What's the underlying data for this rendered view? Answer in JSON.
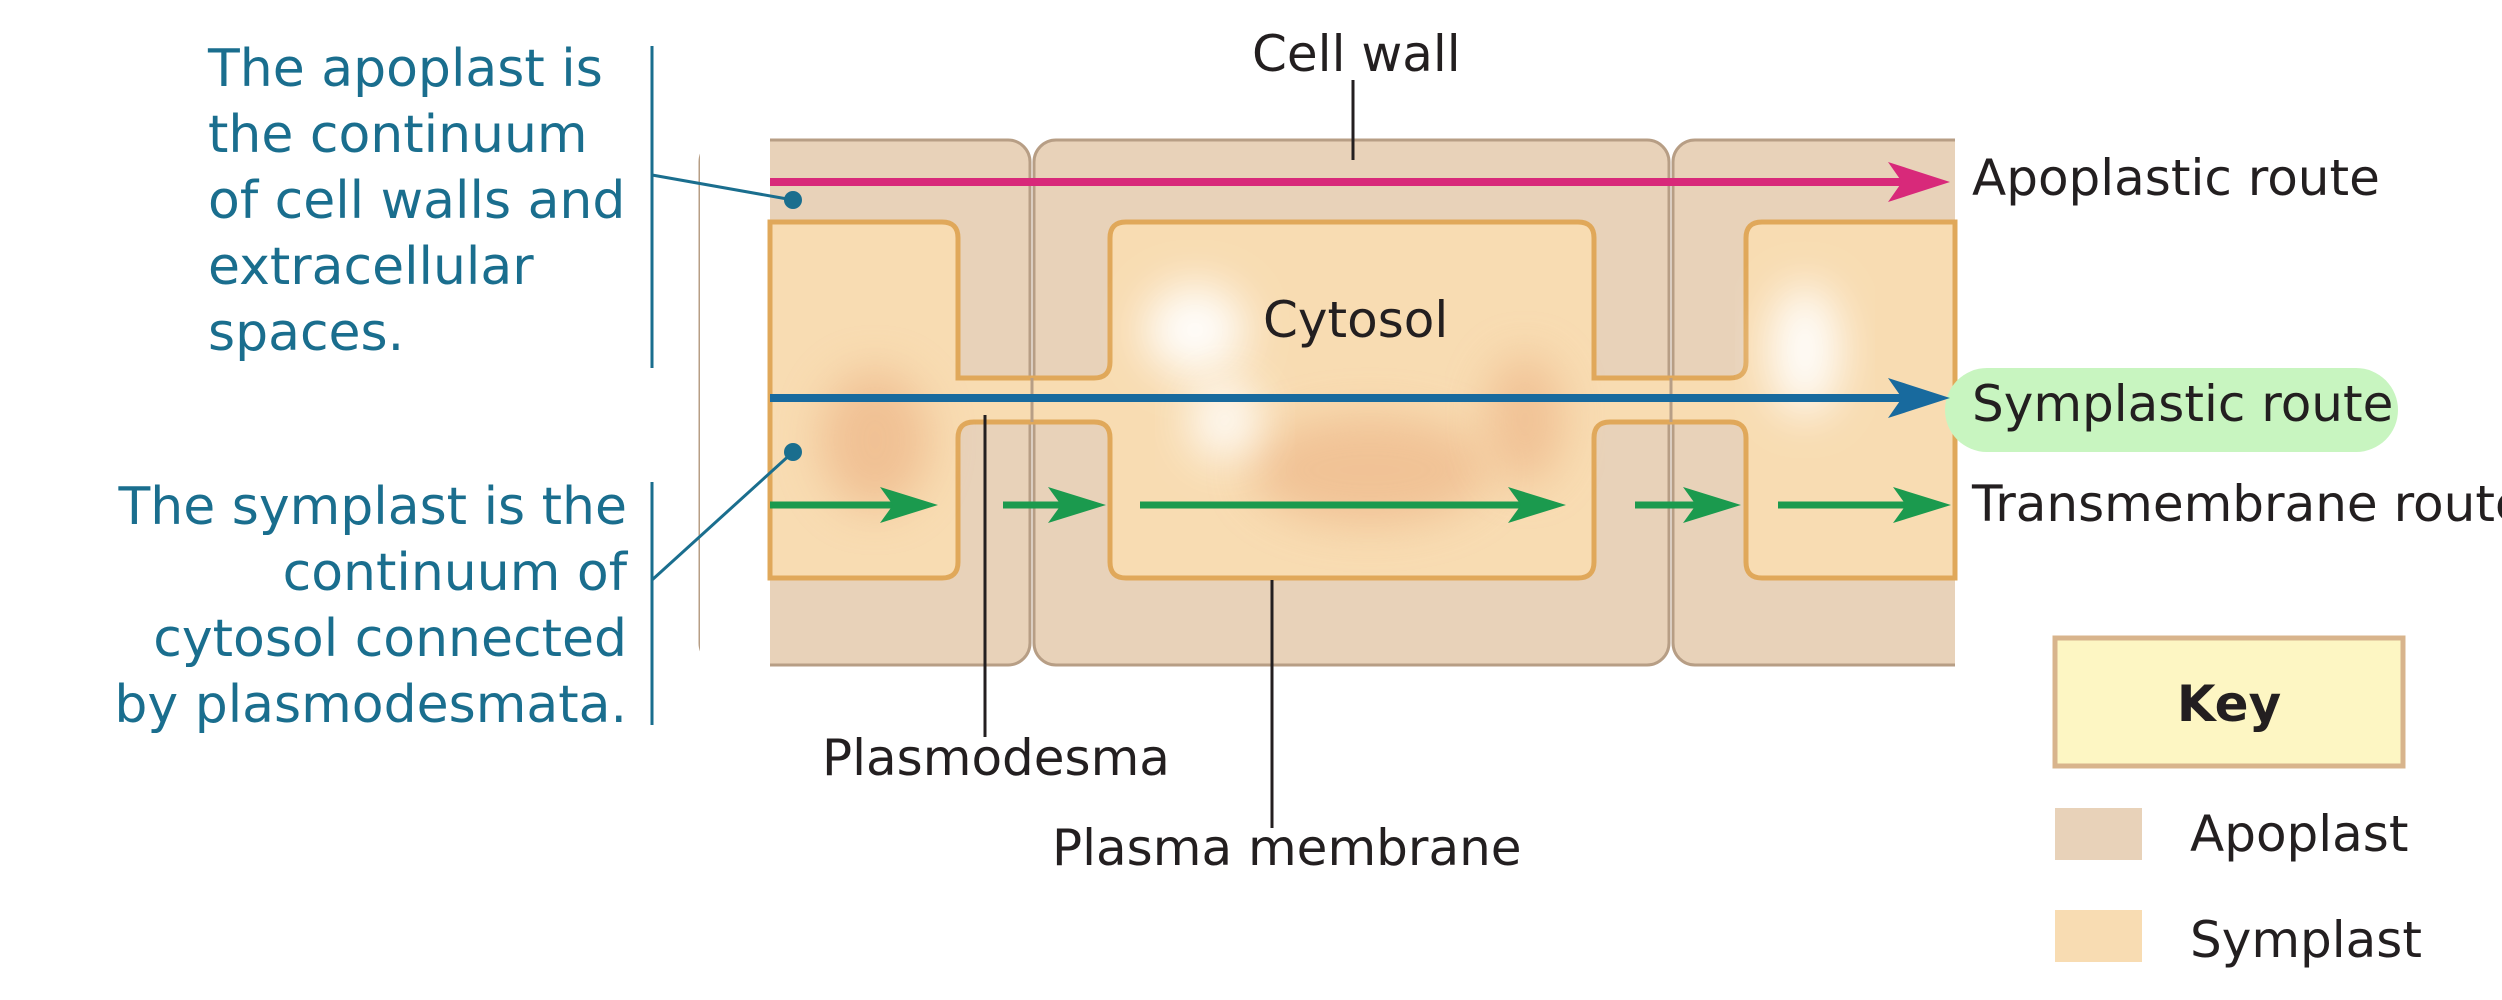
{
  "descriptions": {
    "apoplast": "The apoplast is\nthe continuum\nof cell walls and\nextracellular\nspaces.",
    "symplast": "The symplast is the\ncontinuum of\ncytosol connected\nby plasmodesmata."
  },
  "labels": {
    "cell_wall": "Cell wall",
    "cytosol": "Cytosol",
    "plasmodesma": "Plasmodesma",
    "plasma_membrane": "Plasma membrane"
  },
  "routes": {
    "apoplastic": "Apoplastic route",
    "symplastic": "Symplastic route",
    "transmembrane": "Transmembrane route"
  },
  "key": {
    "title": "Key",
    "items": [
      {
        "label": "Apoplast",
        "color": "#e8d2b9"
      },
      {
        "label": "Symplast",
        "color": "#f8dcb2"
      }
    ]
  },
  "colors": {
    "apoplastic_arrow": "#d8297a",
    "symplastic_arrow": "#186a9e",
    "transmembrane_arrow": "#1b9a4e",
    "description_text": "#1a6e8e",
    "symplastic_highlight": "#c8f5c0",
    "key_box_fill": "#fdf6c3",
    "key_box_border": "#d8b48c"
  }
}
